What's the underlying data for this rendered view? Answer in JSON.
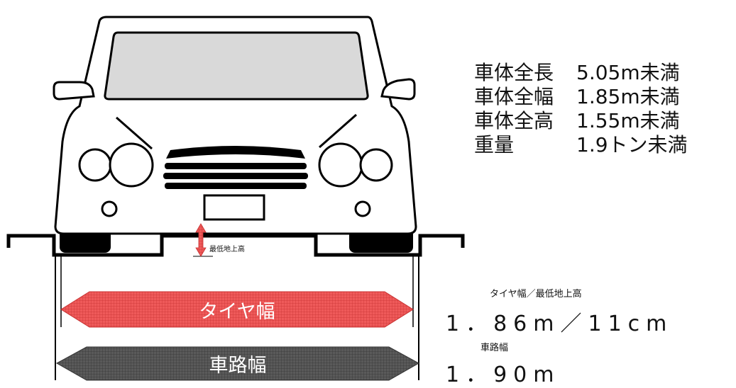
{
  "specs": [
    {
      "name": "車体全長",
      "value": "5.05m未満"
    },
    {
      "name": "車体全幅",
      "value": "1.85m未満"
    },
    {
      "name": "車体全高",
      "value": "1.55m未満"
    },
    {
      "name": "重量",
      "value": "1.9トン未満"
    }
  ],
  "clearance_label": "最低地上高",
  "tire_arrow_label": "タイヤ幅",
  "road_arrow_label": "車路幅",
  "tire_caption": "タイヤ幅／最低地上高",
  "tire_value": "1．86m／11cm",
  "road_caption": "車路幅",
  "road_value": "1．90m",
  "colors": {
    "tire_arrow": "#ee4b4b",
    "road_arrow": "#555555",
    "windshield": "#d9d9d9",
    "clearance_arrow": "#d93a3a"
  }
}
